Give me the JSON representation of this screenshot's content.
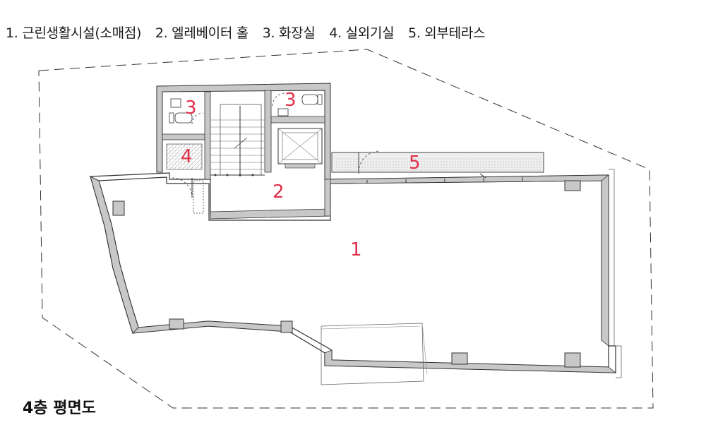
{
  "legend": [
    {
      "label": "1. 근린생활시설(소매점)"
    },
    {
      "label": "2. 엘레베이터 홀"
    },
    {
      "label": "3. 화장실"
    },
    {
      "label": "4. 실외기실"
    },
    {
      "label": "5. 외부테라스"
    }
  ],
  "room_numbers": {
    "retail": "1",
    "elevator_hall": "2",
    "restroom_left": "3",
    "restroom_right": "3",
    "outdoor_unit_room": "4",
    "terrace": "5"
  },
  "title": "4층 평면도",
  "colors": {
    "room_number": "#e0304a",
    "wall_fill": "#c8c8c8",
    "wall_line": "#333333"
  }
}
